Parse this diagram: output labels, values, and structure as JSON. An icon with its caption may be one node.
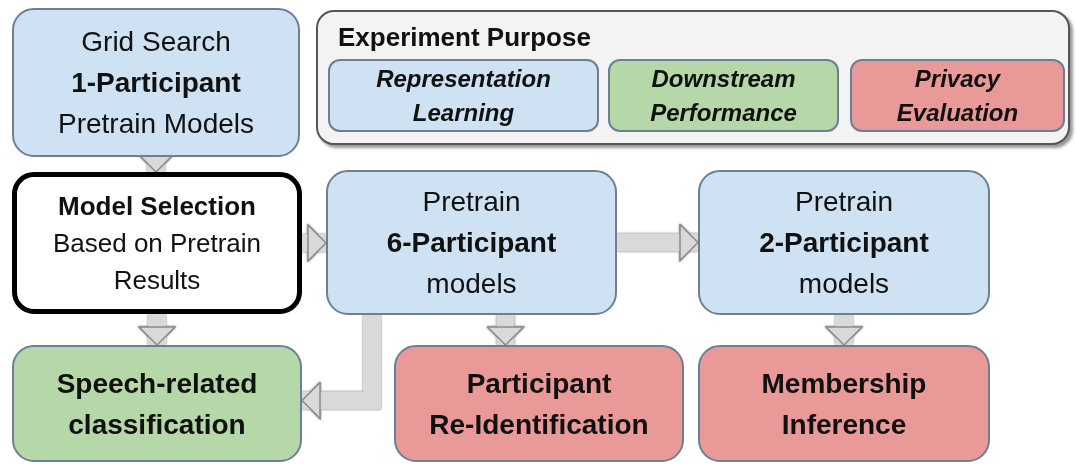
{
  "diagram": {
    "nodes": [
      {
        "text": [
          "Grid Search **1-Participant** Pretrain Models"
        ]
      },
      {
        "text": [
          "Experiment Purpose"
        ]
      },
      {
        "text": [
          "Representation Learning"
        ],
        "in": 1
      },
      {
        "text": [
          "Downstream Performance"
        ],
        "in": 1
      },
      {
        "text": [
          "Privacy Evaluation"
        ],
        "in": 1
      },
      {
        "text": [
          "**Model Selection** Based on Pretrain Results"
        ]
      },
      {
        "text": [
          "Pretrain **6-Participant** models"
        ]
      },
      {
        "text": [
          "Pretrain **2-Participant** models"
        ]
      },
      {
        "text": [
          "Speech-related classification"
        ]
      },
      {
        "text": [
          "Participant Re-Identification"
        ]
      },
      {
        "text": [
          "Membership Inference"
        ]
      }
    ],
    "edges": [
      {
        "from": 0,
        "to": 5,
        "arrow": "to"
      },
      {
        "from": 5,
        "to": 6,
        "arrow": "to"
      },
      {
        "from": 5,
        "to": 8,
        "arrow": "to"
      },
      {
        "from": 6,
        "to": 7,
        "arrow": "to"
      },
      {
        "from": 6,
        "to": 9,
        "arrow": "to"
      },
      {
        "from": 6,
        "to": 8,
        "arrow": "to"
      },
      {
        "from": 7,
        "to": 10,
        "arrow": "to"
      }
    ]
  }
}
